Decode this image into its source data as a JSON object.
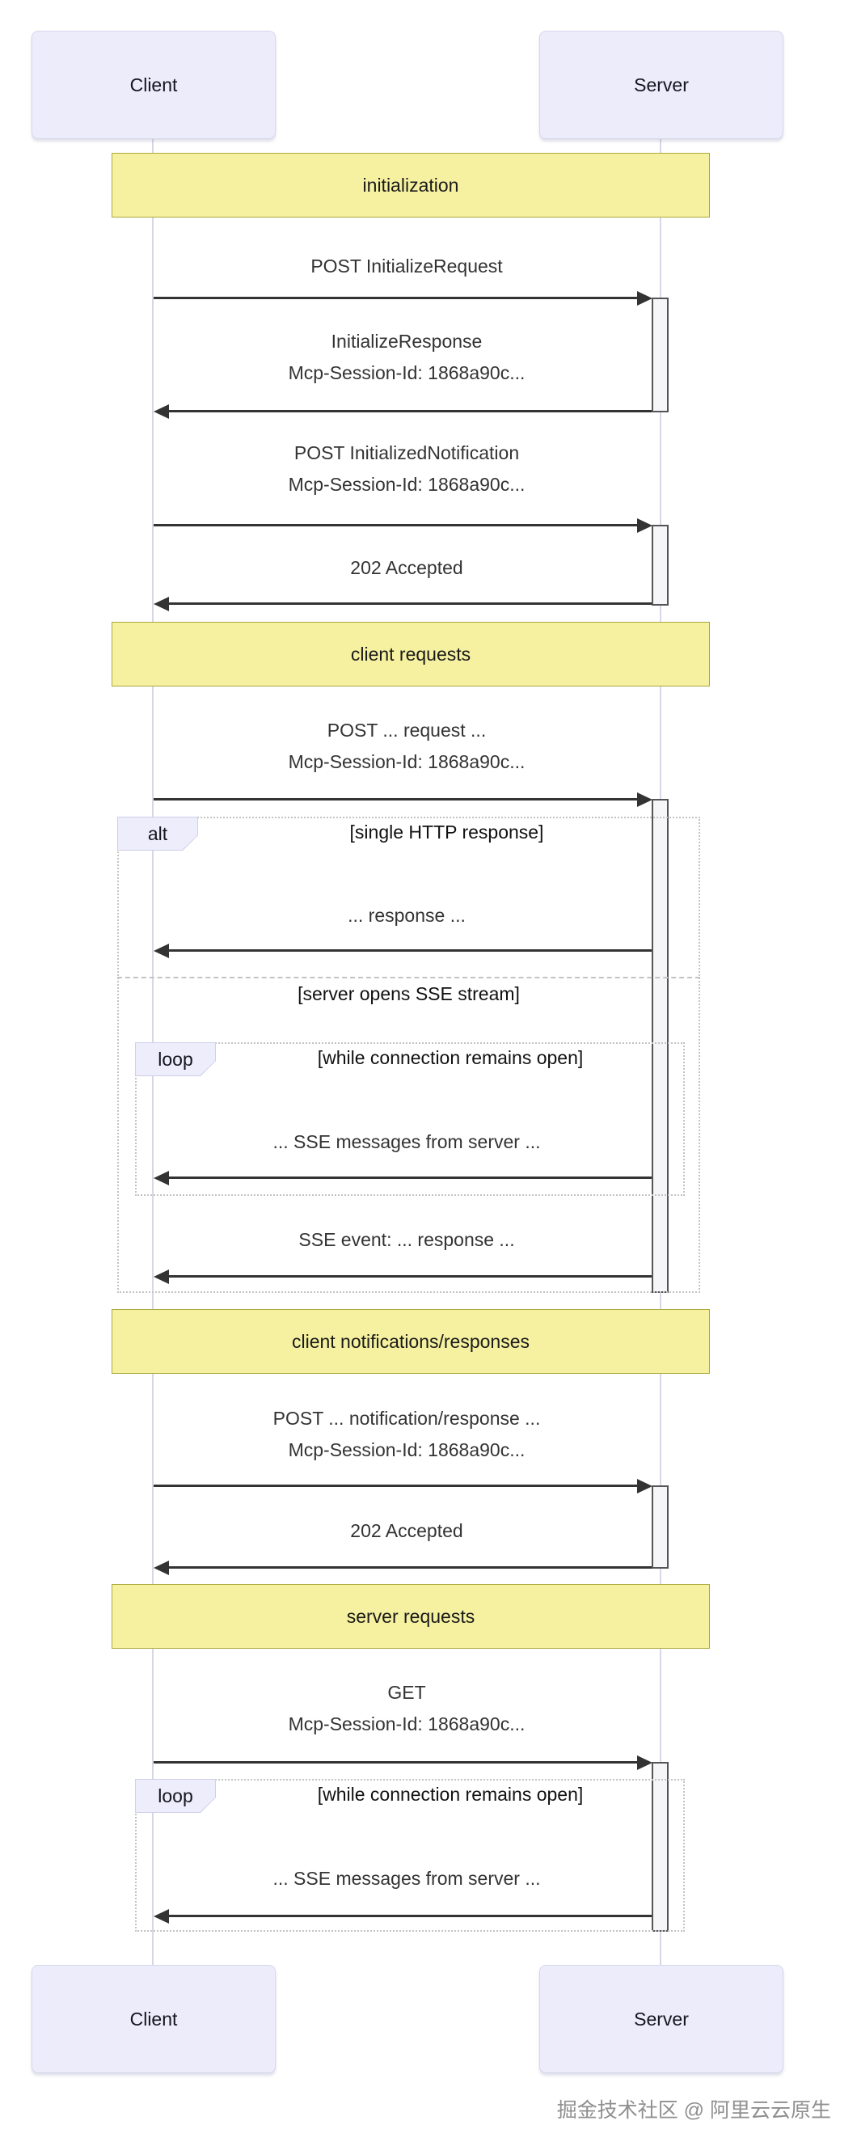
{
  "actors": {
    "client": "Client",
    "server": "Server"
  },
  "bands": {
    "initialization": "initialization",
    "client_requests": "client requests",
    "client_notifications": "client notifications/responses",
    "server_requests": "server requests"
  },
  "frames": {
    "alt": {
      "label": "alt",
      "title": "[single HTTP response]",
      "divider_title": "[server opens SSE stream]"
    },
    "loop1": {
      "label": "loop",
      "title": "[while connection remains open]"
    },
    "loop2": {
      "label": "loop",
      "title": "[while connection remains open]"
    }
  },
  "messages": {
    "m1": {
      "line1": "POST InitializeRequest"
    },
    "m2": {
      "line1": "InitializeResponse",
      "line2": "Mcp-Session-Id: 1868a90c..."
    },
    "m3": {
      "line1": "POST InitializedNotification",
      "line2": "Mcp-Session-Id: 1868a90c..."
    },
    "m4": {
      "line1": "202 Accepted"
    },
    "m5": {
      "line1": "POST ... request ...",
      "line2": "Mcp-Session-Id: 1868a90c..."
    },
    "m6": {
      "line1": "... response ..."
    },
    "m7": {
      "line1": "... SSE messages from server ..."
    },
    "m8": {
      "line1": "SSE event: ... response ..."
    },
    "m9": {
      "line1": "POST ... notification/response ...",
      "line2": "Mcp-Session-Id: 1868a90c..."
    },
    "m10": {
      "line1": "202 Accepted"
    },
    "m11": {
      "line1": "GET",
      "line2": "Mcp-Session-Id: 1868a90c..."
    },
    "m12": {
      "line1": "... SSE messages from server ..."
    }
  },
  "watermark": "掘金技术社区 @ 阿里云云原生",
  "colors": {
    "actor_fill": "#ececfb",
    "band_fill": "#f6f1a0",
    "band_border": "#a9a93a",
    "frame_tab_fill": "#ededfb",
    "lifeline": "#d7d7e8",
    "arrow": "#333333",
    "activation_fill": "#f6f6f8",
    "watermark_gray": "#8f8f8f"
  }
}
